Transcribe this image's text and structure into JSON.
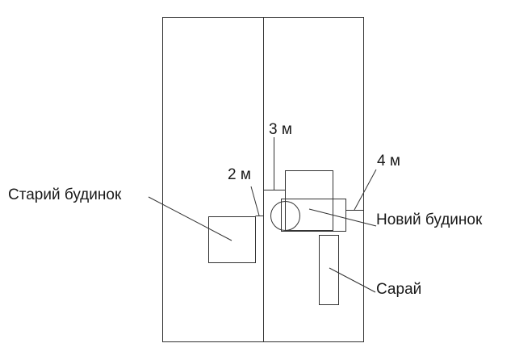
{
  "labels": {
    "old_house": "Старий будинок",
    "new_house": "Новий будинок",
    "shed": "Сарай",
    "distance_2m": "2 м",
    "distance_3m": "3 м",
    "distance_4m": "4 м"
  },
  "colors": {
    "line": "#333333",
    "text": "#1a1a1a",
    "background": "#ffffff"
  }
}
